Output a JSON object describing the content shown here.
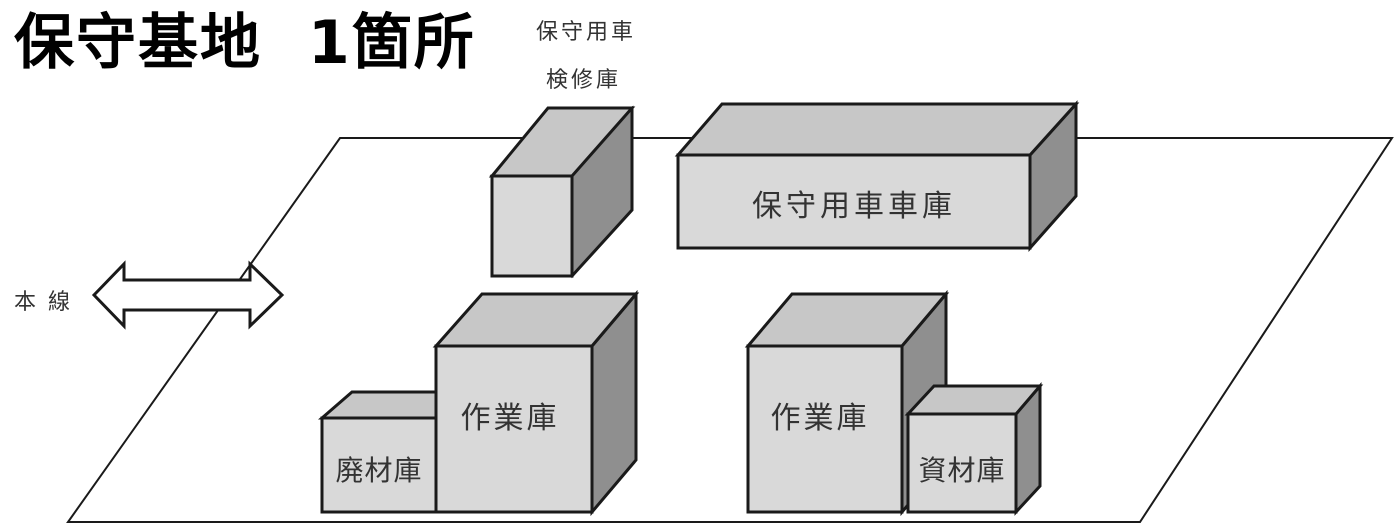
{
  "title": {
    "main": "保守基地",
    "count": "1箇所"
  },
  "labels": {
    "inspection_line1": "保守用車",
    "inspection_line2": "検修庫",
    "main_line": "本線",
    "vehicle_garage": "保守用車車庫",
    "work_shed_left": "作業庫",
    "scrap_storage": "廃材庫",
    "work_shed_right": "作業庫",
    "material_storage": "資材庫"
  },
  "colors": {
    "building_front": "#d9d9d9",
    "building_top": "#c7c7c7",
    "building_side": "#8f8f8f",
    "outline": "#1a1a1a",
    "ground": "#ffffff"
  }
}
